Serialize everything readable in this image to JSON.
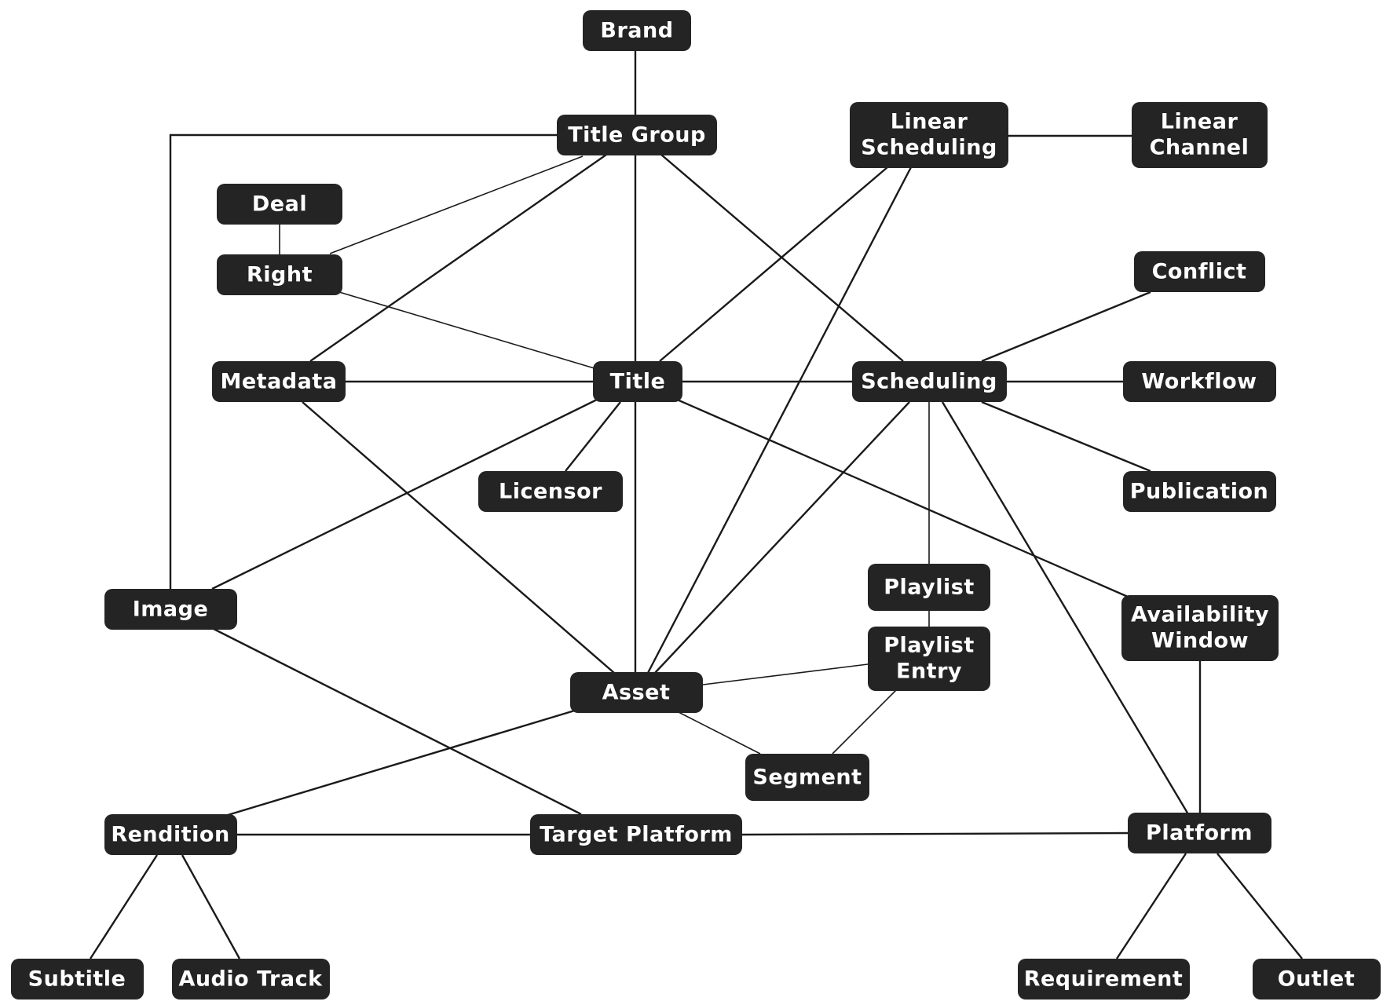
{
  "diagram": {
    "nodes": {
      "brand": "Brand",
      "title_group": "Title Group",
      "linear_scheduling": [
        "Linear",
        "Scheduling"
      ],
      "linear_channel": [
        "Linear",
        "Channel"
      ],
      "deal": "Deal",
      "right": "Right",
      "conflict": "Conflict",
      "metadata": "Metadata",
      "title": "Title",
      "scheduling": "Scheduling",
      "workflow": "Workflow",
      "licensor": "Licensor",
      "publication": "Publication",
      "playlist": "Playlist",
      "image": "Image",
      "availability_window": [
        "Availability",
        "Window"
      ],
      "playlist_entry": [
        "Playlist",
        "Entry"
      ],
      "asset": "Asset",
      "segment": "Segment",
      "rendition": "Rendition",
      "target_platform": "Target Platform",
      "platform": "Platform",
      "subtitle": "Subtitle",
      "audio_track": "Audio Track",
      "requirement": "Requirement",
      "outlet": "Outlet"
    }
  }
}
